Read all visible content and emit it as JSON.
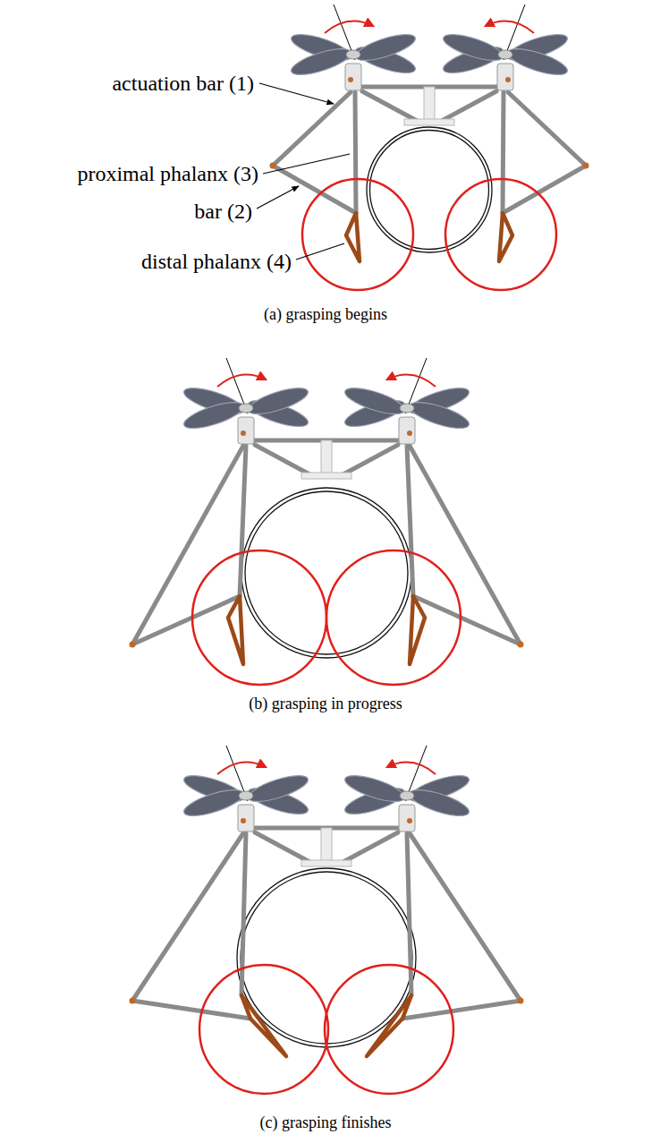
{
  "diagram": {
    "labels": [
      "actuation bar (1)",
      "proximal phalanx (3)",
      "bar (2)",
      "distal phalanx (4)",
      "(a) grasping begins",
      "(b) grasping in progress",
      "(c) grasping finishes"
    ]
  }
}
